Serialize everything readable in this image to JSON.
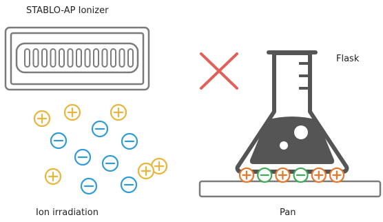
{
  "labels": {
    "ionizer": "STABLO-AP Ionizer",
    "flask": "Flask",
    "irradiation": "Ion irradiation",
    "pan": "Pan"
  },
  "ions": {
    "cloud": [
      "+",
      "+",
      "+",
      "−",
      "−",
      "−",
      "−",
      "−",
      "+",
      "+",
      "+",
      "−",
      "−"
    ],
    "pan_row": [
      "+",
      "−",
      "+",
      "−",
      "+",
      "+"
    ]
  },
  "symbols": {
    "cross": "prohibited-mark"
  },
  "colors": {
    "positive_cloud": "#E8B43A",
    "negative_cloud": "#2E9BD6",
    "positive_pan": "#E5762A",
    "negative_pan": "#3DAA55",
    "cross": "#E0605A",
    "outline": "#7A7A7A",
    "flask_dark": "#555555"
  }
}
